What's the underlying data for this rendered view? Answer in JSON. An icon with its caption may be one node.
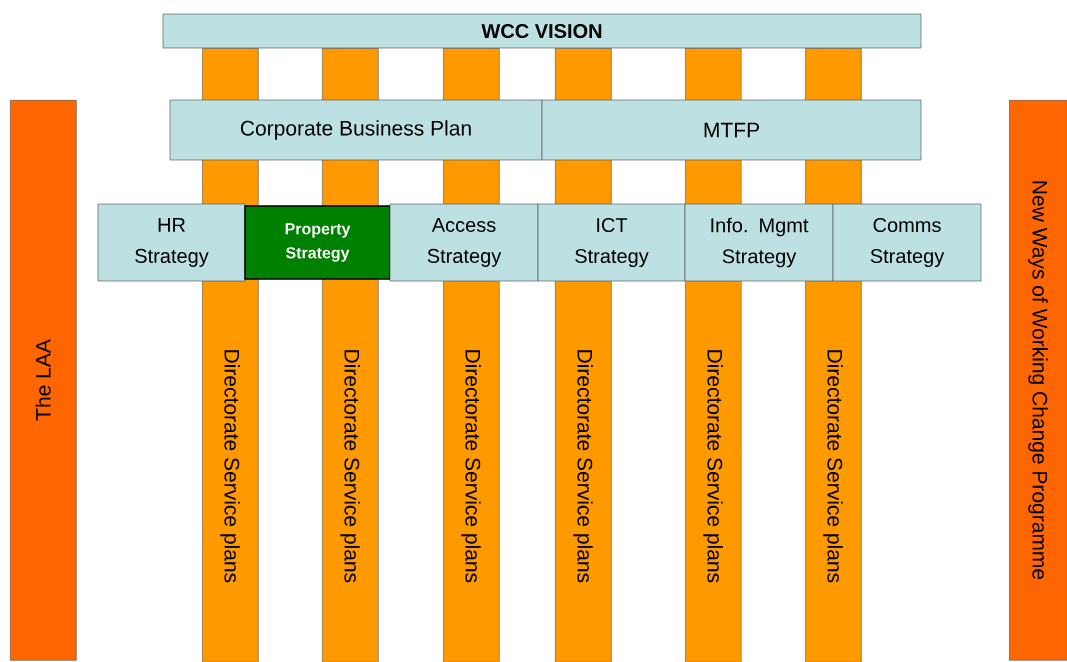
{
  "diagram": {
    "nodes": [
      {
        "text": [
          "WCC VISION"
        ]
      },
      {
        "text": [
          "Corporate Business Plan"
        ]
      },
      {
        "text": [
          "MTFP"
        ]
      },
      {
        "text": [
          "HR Strategy"
        ]
      },
      {
        "text": [
          "Property Strategy"
        ]
      },
      {
        "text": [
          "Access Strategy"
        ]
      },
      {
        "text": [
          "ICT Strategy"
        ]
      },
      {
        "text": [
          "Info. Mgmt Strategy"
        ]
      },
      {
        "text": [
          "Comms Strategy"
        ]
      },
      {
        "text": [
          "The LAA"
        ]
      },
      {
        "text": [
          "New Ways of Working Change Programme"
        ]
      },
      {
        "text": [
          "Directorate Service plans"
        ]
      },
      {
        "text": [
          "Directorate Service plans"
        ]
      },
      {
        "text": [
          "Directorate Service plans"
        ]
      },
      {
        "text": [
          "Directorate Service plans"
        ]
      },
      {
        "text": [
          "Directorate Service plans"
        ]
      },
      {
        "text": [
          "Directorate Service plans"
        ]
      }
    ]
  }
}
